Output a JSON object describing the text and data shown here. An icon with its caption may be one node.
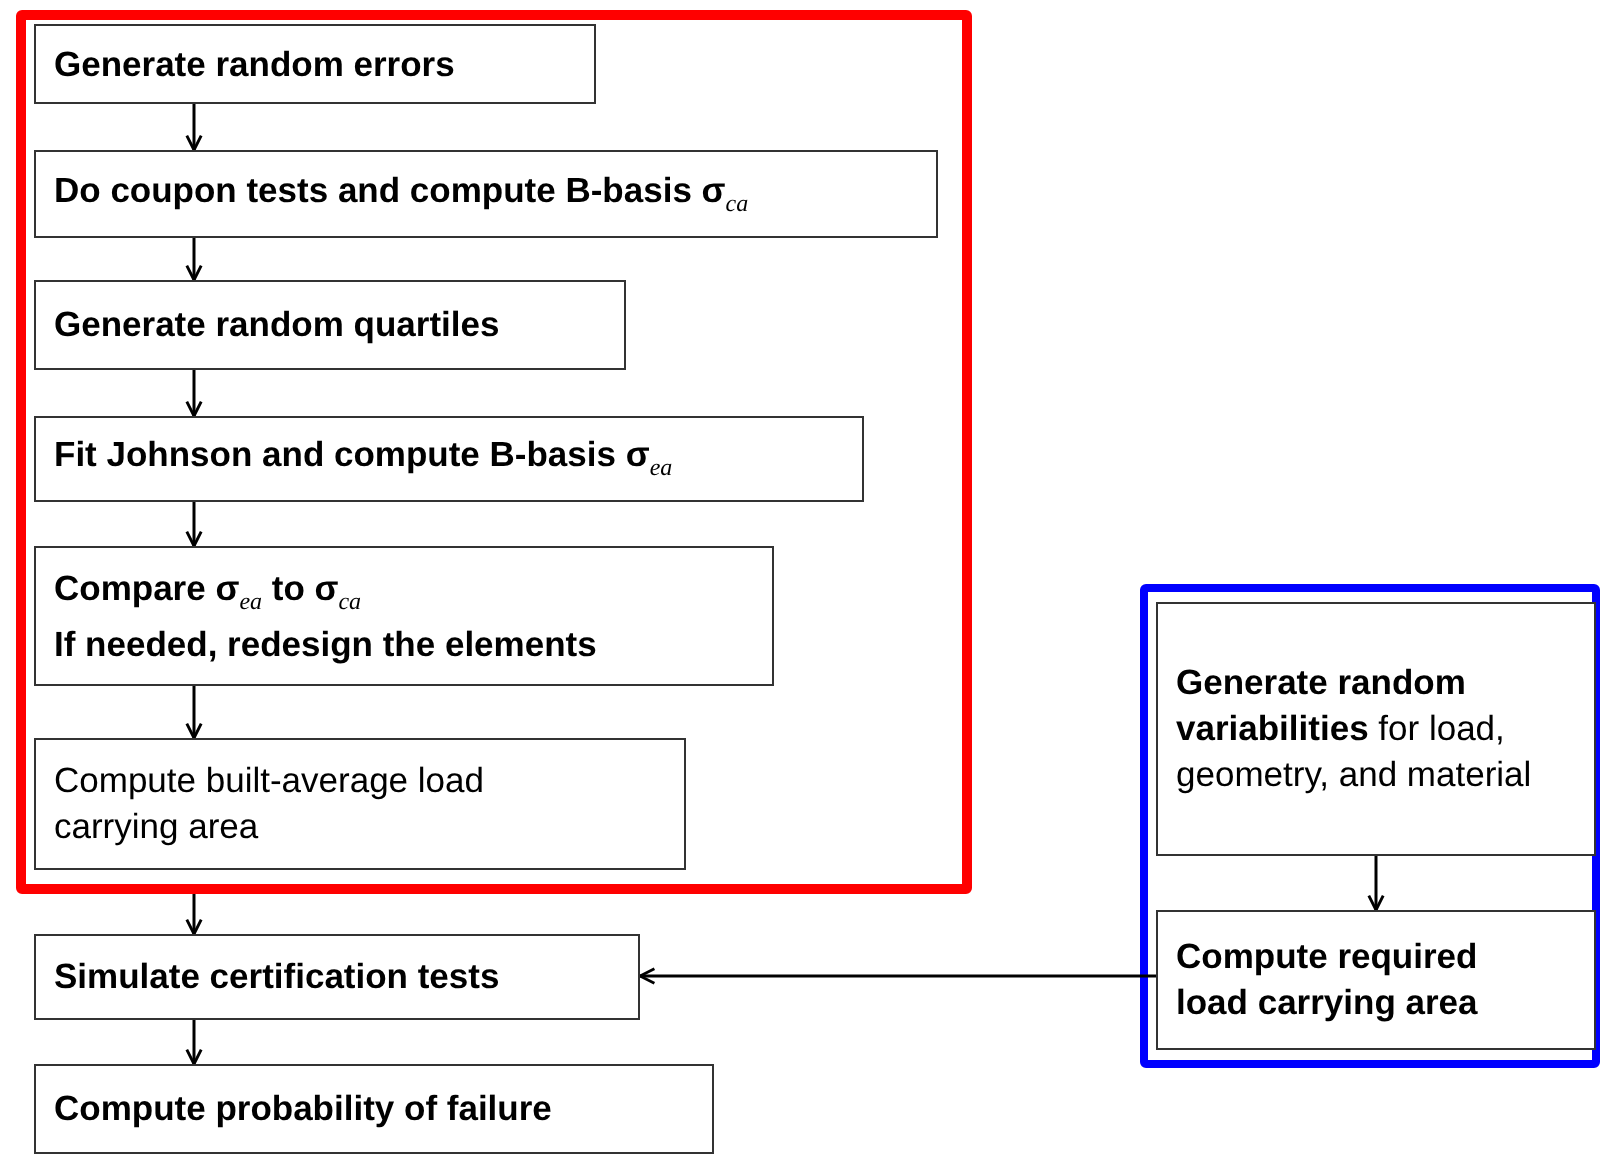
{
  "diagram": {
    "nodes": [
      {
        "text": [],
        "shape": "box"
      },
      {
        "text": [
          "Generate random errors"
        ],
        "in": 0
      },
      {
        "text": [
          "Do coupon tests and compute B-basis σ$_{ca}$"
        ],
        "in": 0
      },
      {
        "text": [
          "Generate random quartiles"
        ],
        "in": 0
      },
      {
        "text": [
          "Fit Johnson and compute B-basis σ$_{ea}$"
        ],
        "in": 0
      },
      {
        "text": [
          "Compare σ$_{ea}$ to σ$_{ca}$",
          "If needed, redesign the elements"
        ],
        "in": 0
      },
      {
        "text": [
          "Compute built-average load carrying area"
        ],
        "in": 0
      },
      {
        "text": [
          "Simulate certification tests"
        ]
      },
      {
        "text": [
          "Compute probability of failure"
        ]
      },
      {
        "text": [],
        "shape": "box"
      },
      {
        "text": [
          "**Generate random variabilities** for load, geometry, and material"
        ],
        "in": 9
      },
      {
        "text": [
          "Compute required load carrying area"
        ],
        "in": 9
      }
    ],
    "edges": [
      {
        "from": 1,
        "to": 2,
        "arrow": "to"
      },
      {
        "from": 2,
        "to": 3,
        "arrow": "to"
      },
      {
        "from": 3,
        "to": 4,
        "arrow": "to"
      },
      {
        "from": 4,
        "to": 5,
        "arrow": "to"
      },
      {
        "from": 5,
        "to": 6,
        "arrow": "to"
      },
      {
        "from": 0,
        "to": 7,
        "arrow": "to"
      },
      {
        "from": 7,
        "to": 8,
        "arrow": "to"
      },
      {
        "from": 10,
        "to": 11,
        "arrow": "to"
      },
      {
        "from": 11,
        "to": 7,
        "arrow": "to"
      }
    ]
  }
}
